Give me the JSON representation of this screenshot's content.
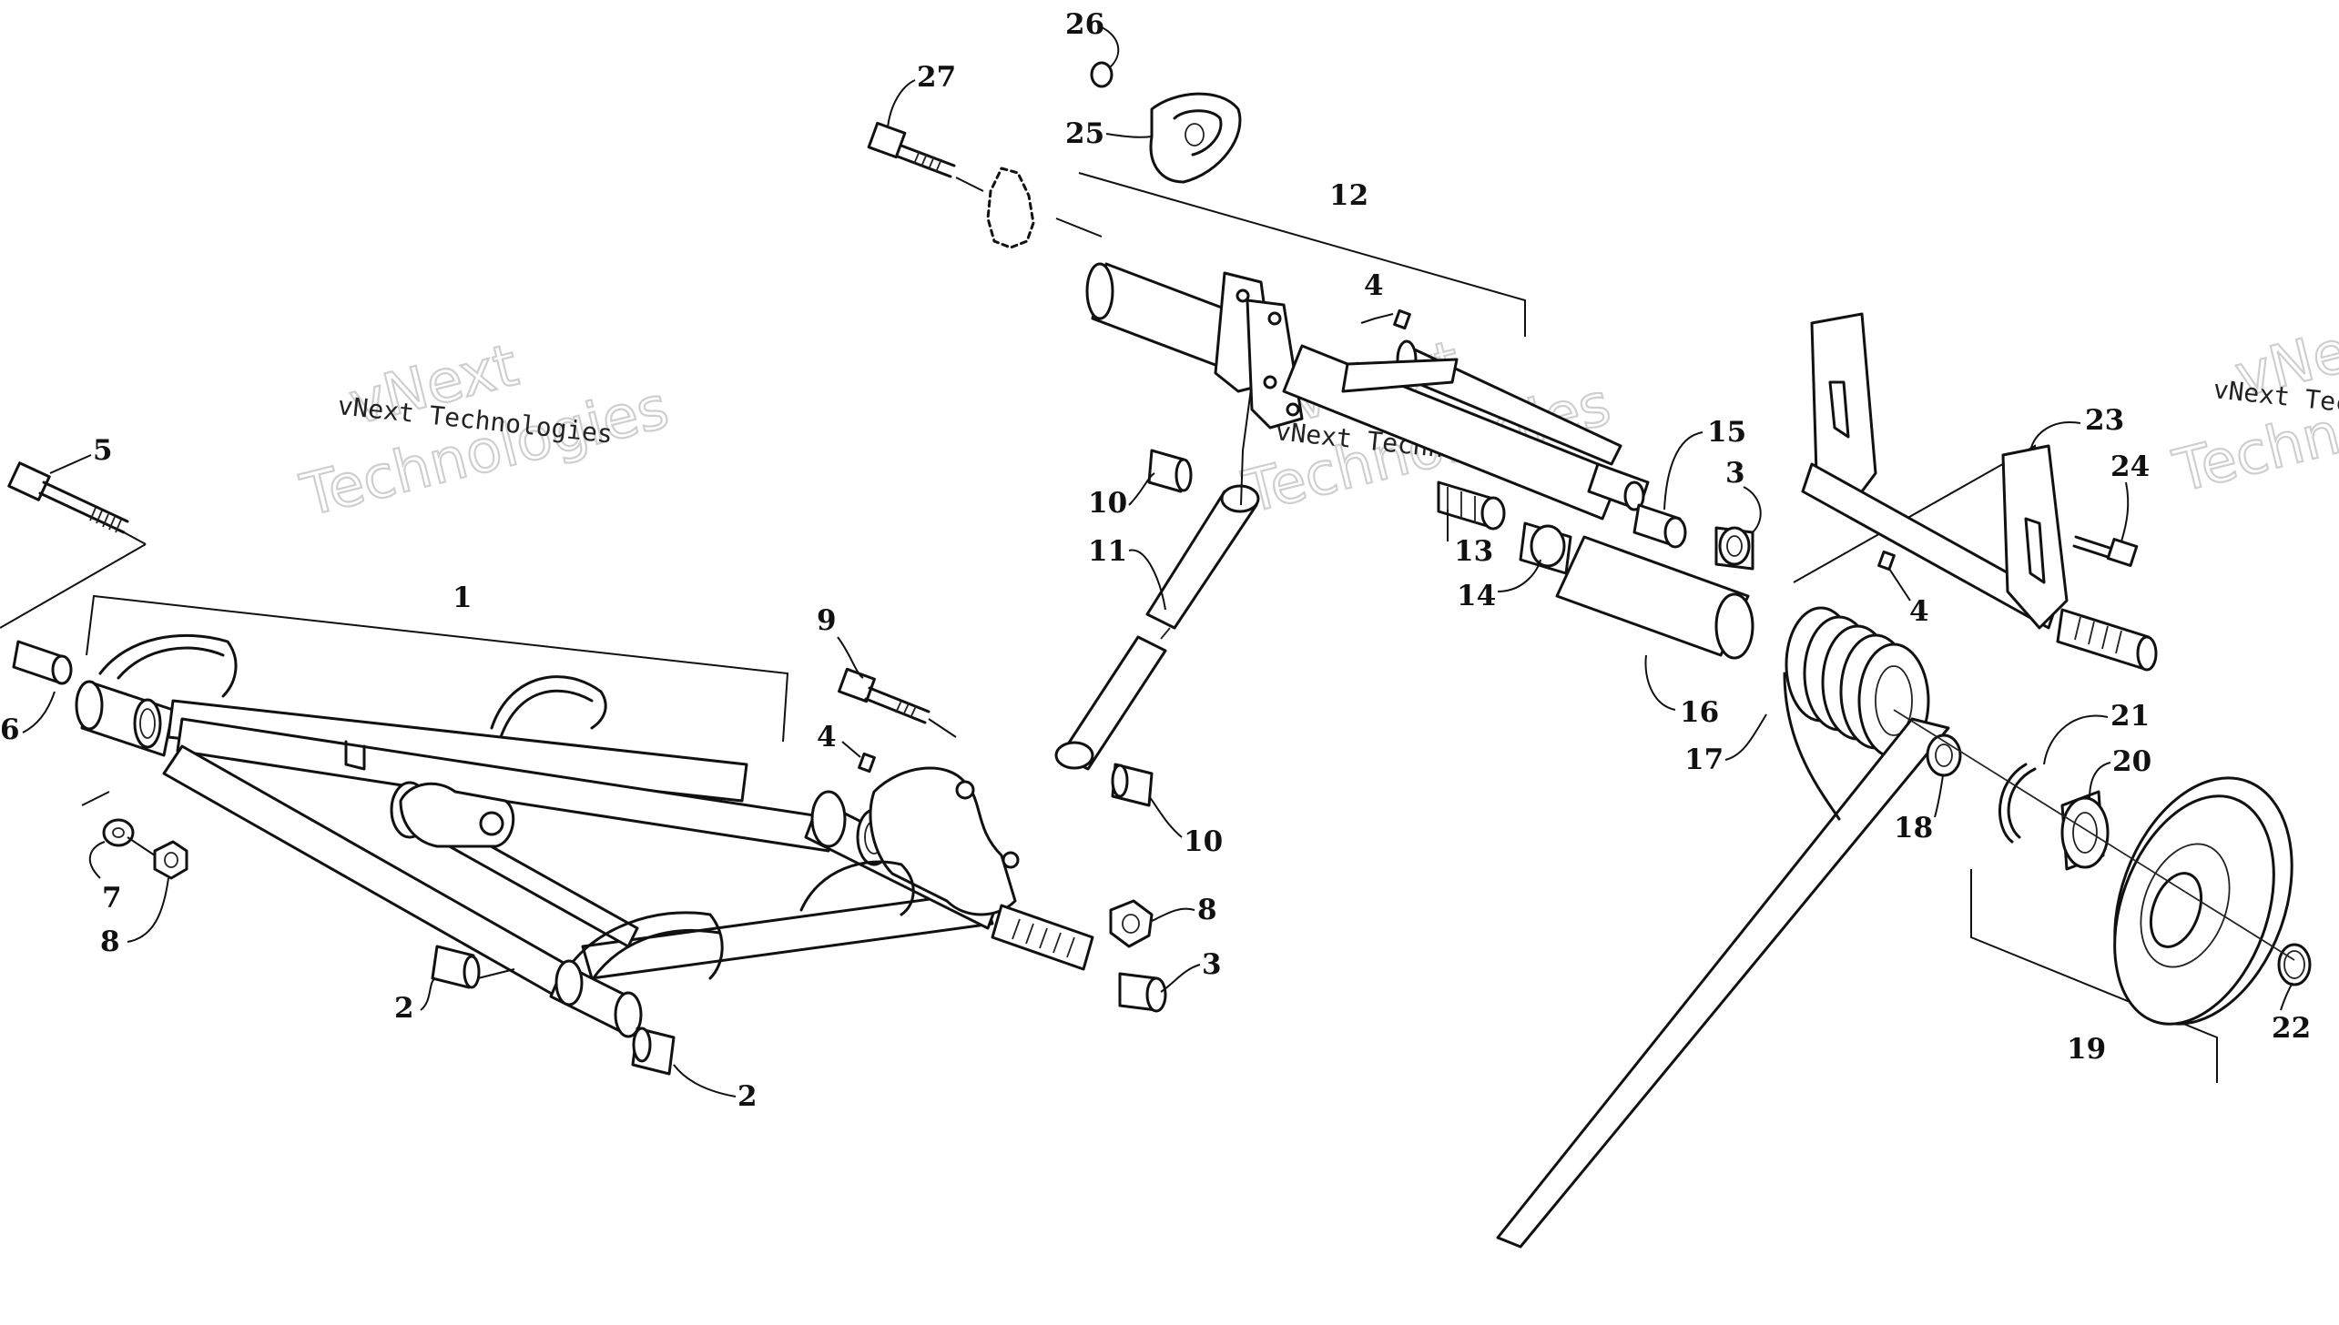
{
  "callouts": [
    {
      "label": "1"
    },
    {
      "label": "2"
    },
    {
      "label": "2"
    },
    {
      "label": "3"
    },
    {
      "label": "3"
    },
    {
      "label": "4"
    },
    {
      "label": "4"
    },
    {
      "label": "4"
    },
    {
      "label": "5"
    },
    {
      "label": "6"
    },
    {
      "label": "7"
    },
    {
      "label": "8"
    },
    {
      "label": "8"
    },
    {
      "label": "9"
    },
    {
      "label": "10"
    },
    {
      "label": "10"
    },
    {
      "label": "11"
    },
    {
      "label": "12"
    },
    {
      "label": "13"
    },
    {
      "label": "14"
    },
    {
      "label": "15"
    },
    {
      "label": "16"
    },
    {
      "label": "17"
    },
    {
      "label": "18"
    },
    {
      "label": "19"
    },
    {
      "label": "20"
    },
    {
      "label": "21"
    },
    {
      "label": "22"
    },
    {
      "label": "23"
    },
    {
      "label": "24"
    },
    {
      "label": "25"
    },
    {
      "label": "26"
    },
    {
      "label": "27"
    }
  ],
  "watermarks": [
    {
      "small": "vNext Technologies",
      "big_top": "vNext",
      "big_bottom": "Technologies"
    },
    {
      "small": "vNext Technologies",
      "big_top": "vNext",
      "big_bottom": "Technologies"
    },
    {
      "small": "vNext Tec",
      "big_top": "vNext",
      "big_bottom": "Techno"
    }
  ]
}
